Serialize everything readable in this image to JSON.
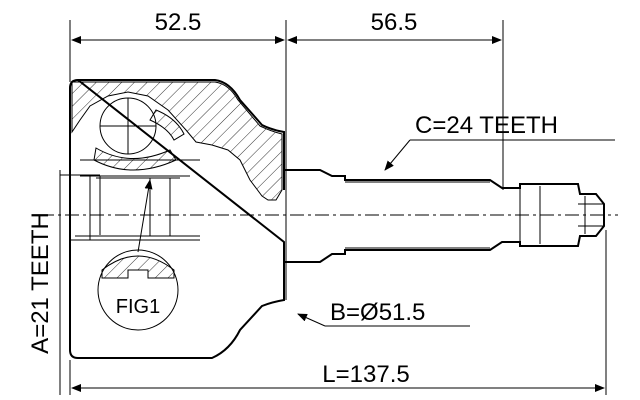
{
  "dimensions": {
    "top_left": "52.5",
    "top_right": "56.5",
    "spline_c": "C=24 TEETH",
    "spline_a": "A=21 TEETH",
    "diameter_b": "B=Ø51.5",
    "length_l": "L=137.5"
  },
  "detail": {
    "label": "FIG1"
  }
}
